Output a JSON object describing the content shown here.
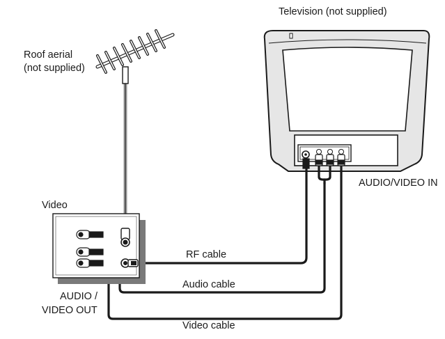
{
  "labels": {
    "television": "Television (not supplied)",
    "aerial_line1": "Roof aerial",
    "aerial_line2": "(not supplied)",
    "video": "Video",
    "av_in": "AUDIO/VIDEO IN",
    "rf_cable": "RF cable",
    "audio_cable": "Audio cable",
    "av_out_line1": "AUDIO /",
    "av_out_line2": "VIDEO OUT",
    "video_cable": "Video cable"
  },
  "colors": {
    "line": "#1a1a1a",
    "tv_body": "#e6e6e6",
    "tv_screen": "#ffffff",
    "vcr_shadow": "#7a7a7a",
    "aerial_cable": "#9a9a9a"
  }
}
